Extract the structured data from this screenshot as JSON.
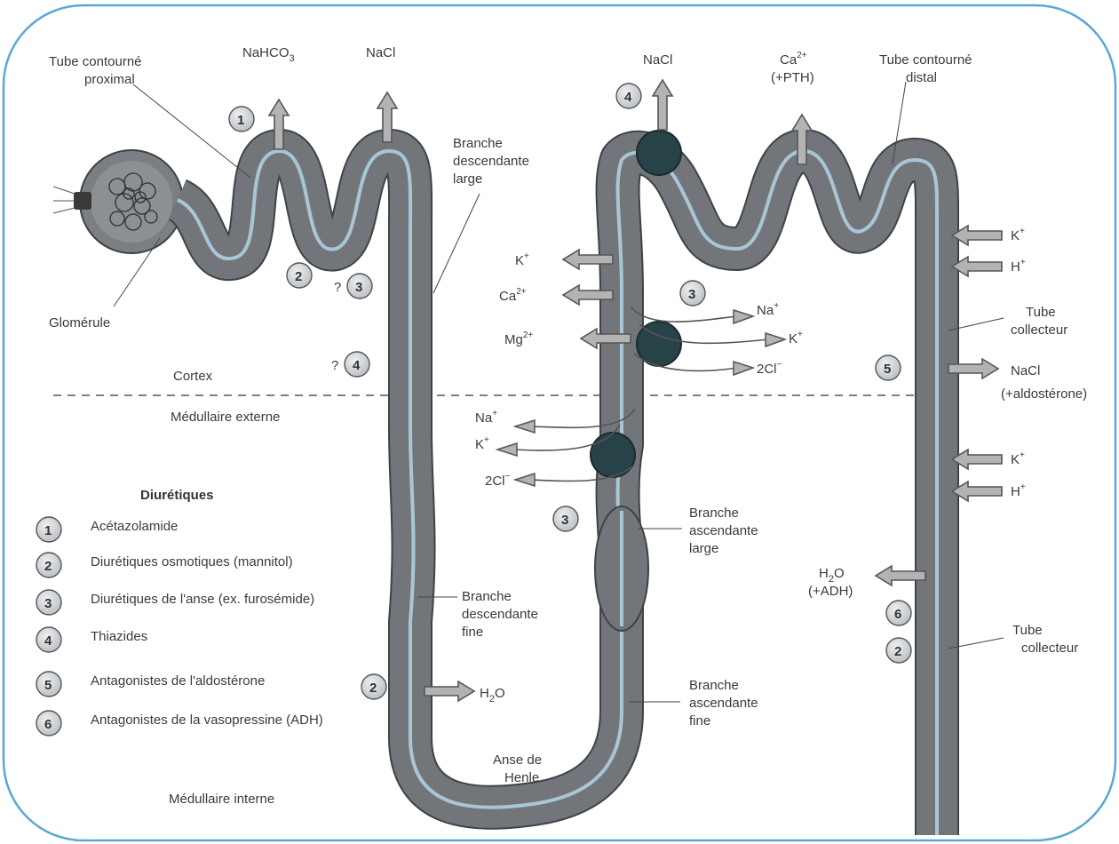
{
  "labels": {
    "tube_contourne_proximal": [
      "Tube contourné",
      "proximal"
    ],
    "glomerule": "Glomérule",
    "nahco3": "NaHCO",
    "nahco3_sub": "3",
    "nacl_top1": "NaCl",
    "branche_desc_large": [
      "Branche",
      "descendante",
      "large"
    ],
    "nacl_top2": "NaCl",
    "ca_pth": [
      "Ca",
      "2+",
      "(+PTH)"
    ],
    "tube_contourne_distal": [
      "Tube contourné",
      "distal"
    ],
    "k_plus": "K",
    "ca2_plus": "Ca",
    "mg2_plus": "Mg",
    "na_plus": "Na",
    "two_cl": "2Cl",
    "cortex": "Cortex",
    "medullaire_externe": "Médullaire externe",
    "medullaire_interne": "Médullaire interne",
    "tube_collecteur_1": [
      "Tube",
      "collecteur"
    ],
    "nacl_aldo": [
      "NaCl",
      "(+aldostérone)"
    ],
    "h_plus": "H",
    "branche_asc_large": [
      "Branche",
      "ascendante",
      "large"
    ],
    "branche_desc_fine": [
      "Branche",
      "descendante",
      "fine"
    ],
    "branche_asc_fine": [
      "Branche",
      "ascendante",
      "fine"
    ],
    "anse_henle": [
      "Anse de",
      "Henle"
    ],
    "h2o": "H",
    "h2o_sub": "2",
    "h2o_o": "O",
    "h2o_adh": "(+ADH)",
    "tube_collecteur_2": [
      "Tube",
      "collecteur"
    ],
    "question": "?"
  },
  "legend": {
    "title": "Diurétiques",
    "items": [
      {
        "num": "1",
        "label": "Acétazolamide"
      },
      {
        "num": "2",
        "label": "Diurétiques osmotiques (mannitol)"
      },
      {
        "num": "3",
        "label": "Diurétiques de l'anse (ex. furosémide)"
      },
      {
        "num": "4",
        "label": "Thiazides"
      },
      {
        "num": "5",
        "label": "Antagonistes de l'aldostérone"
      },
      {
        "num": "6",
        "label": "Antagonistes de la vasopressine (ADH)"
      }
    ]
  },
  "markers": [
    "1",
    "2",
    "3",
    "4",
    "4",
    "3",
    "3",
    "5",
    "6",
    "2",
    "2"
  ],
  "colors": {
    "tubule": "#6f7378",
    "tubule_edge": "#3f4347",
    "lumen": "#a9c6d6",
    "arrow_fill": "#b0b0b0",
    "arrow_edge": "#555555",
    "transporter": "#274348",
    "frame": "#5ca7d4",
    "badge_fill": "#d2d6da"
  }
}
